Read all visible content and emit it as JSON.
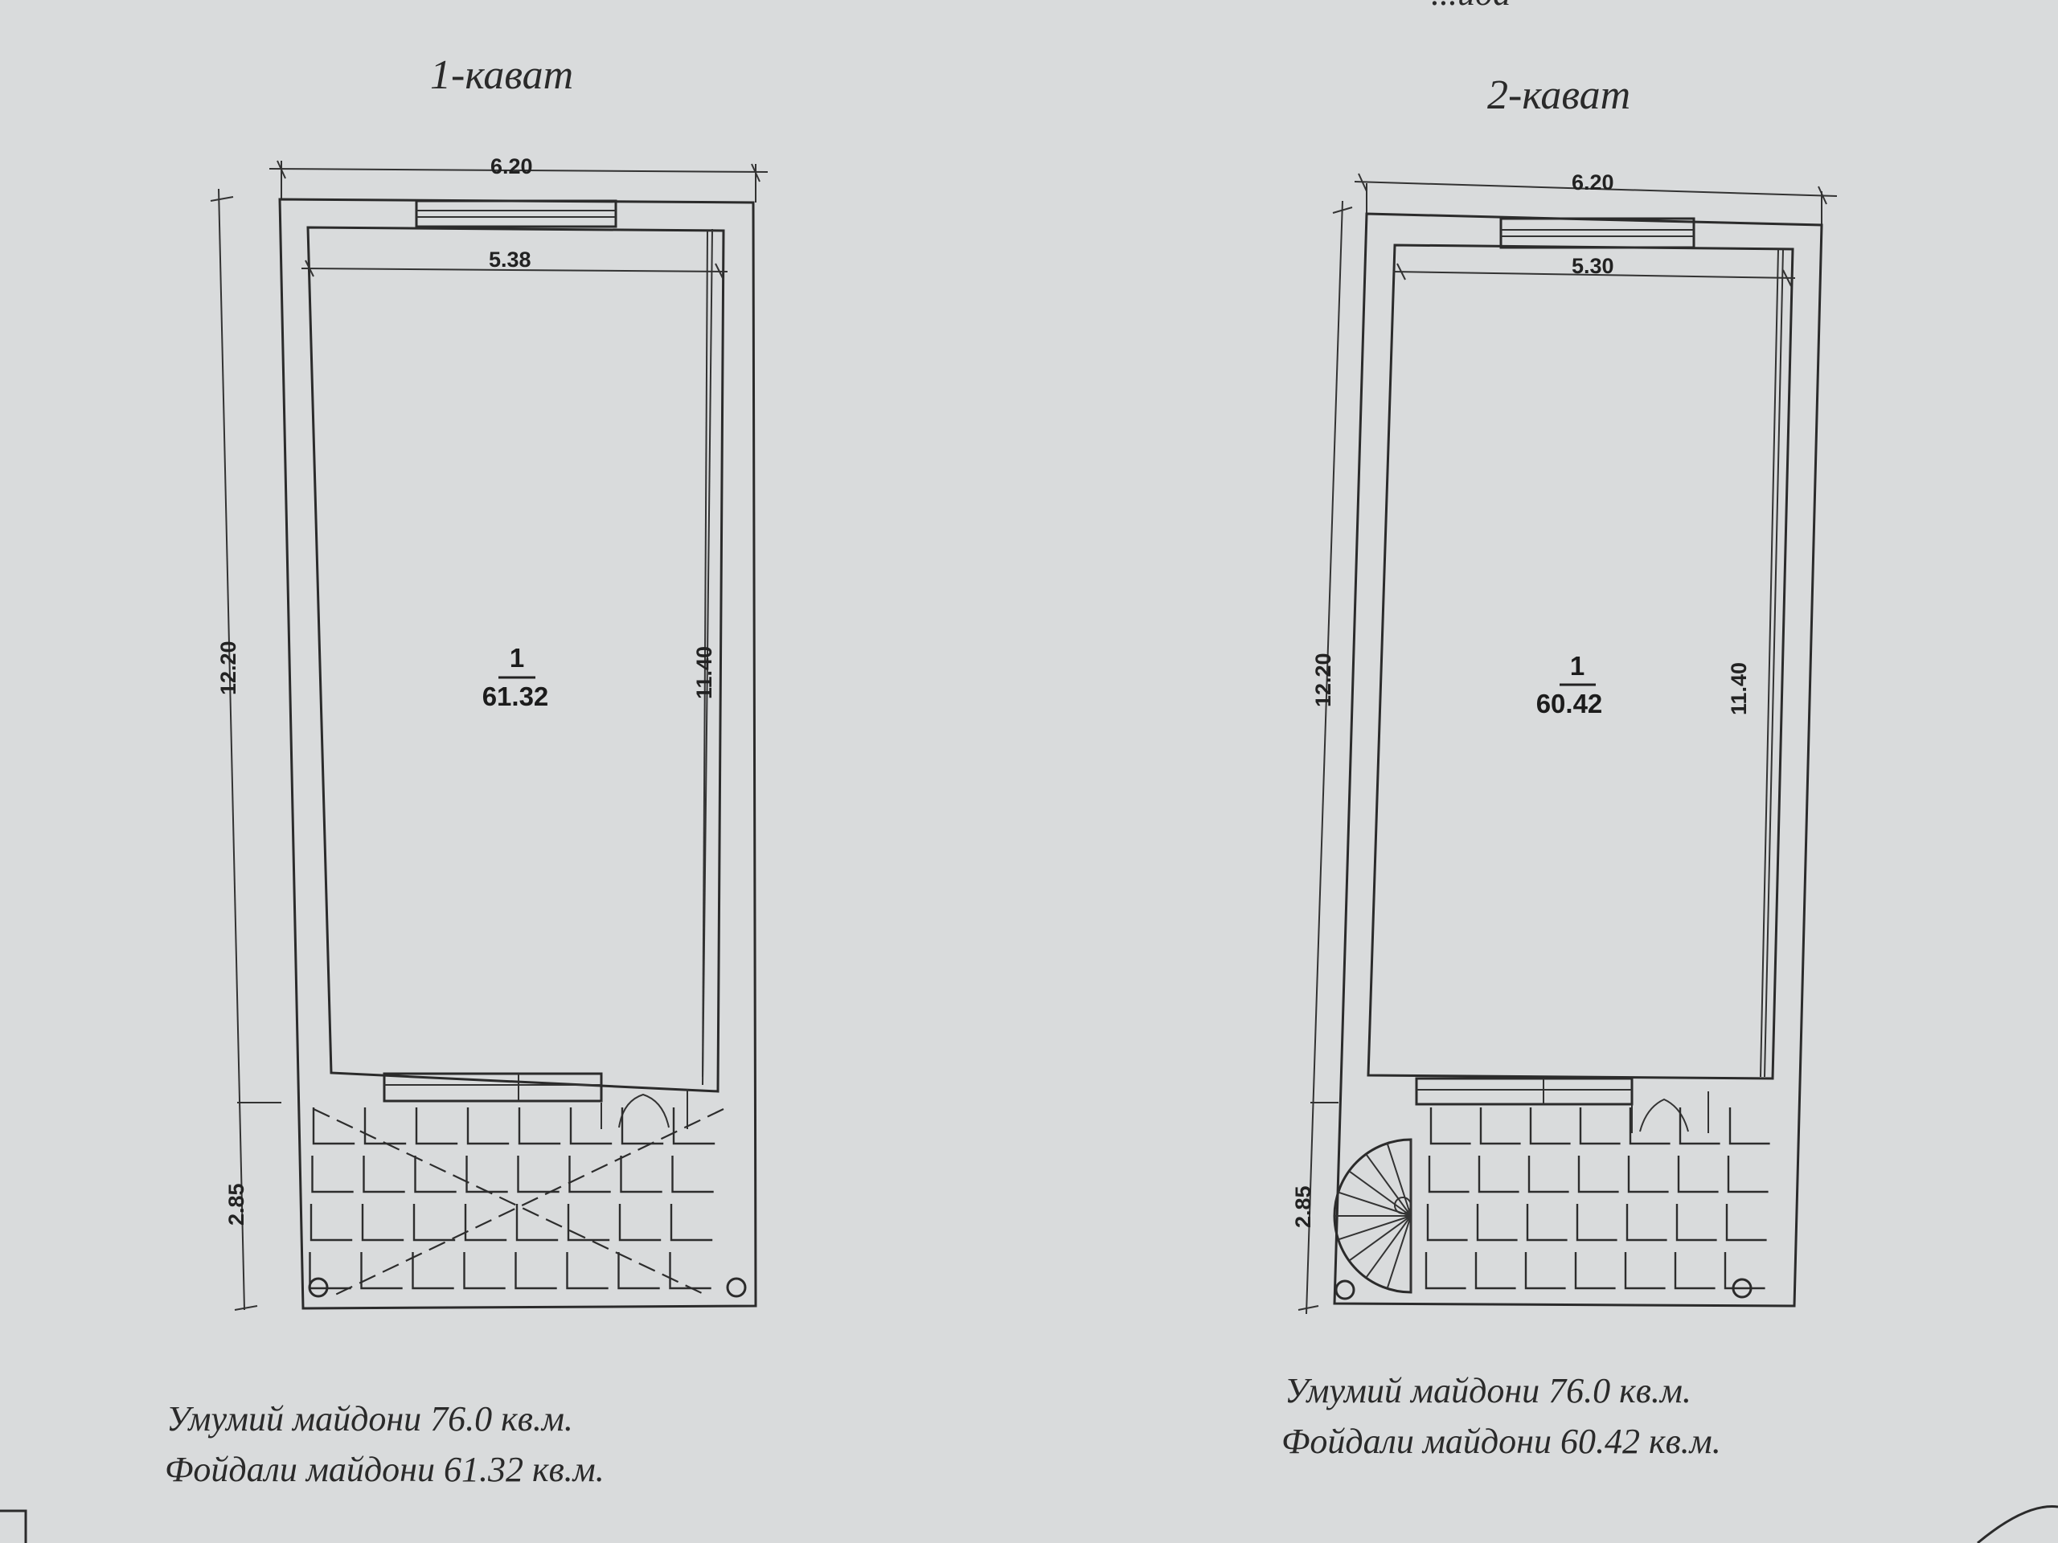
{
  "header_fragment": "...ида",
  "plans": [
    {
      "title": "1-кават",
      "dimensions": {
        "outer_width": "6.20",
        "inner_width": "5.38",
        "outer_length": "12.20",
        "inner_length": "11.40",
        "terrace_depth": "2.85"
      },
      "room": {
        "number": "1",
        "area": "61.32"
      },
      "totals": {
        "total_area": "Умумий майдони 76.0 кв.м.",
        "useful_area": "Фойдали майдони 61.32 кв.м."
      }
    },
    {
      "title": "2-кават",
      "dimensions": {
        "outer_width": "6.20",
        "inner_width": "5.30",
        "outer_length": "12.20",
        "inner_length": "11.40",
        "terrace_depth": "2.85"
      },
      "room": {
        "number": "1",
        "area": "60.42"
      },
      "totals": {
        "total_area": "Умумий майдони 76.0 кв.м.",
        "useful_area": "Фойдали майдони 60.42 кв.м."
      }
    }
  ]
}
